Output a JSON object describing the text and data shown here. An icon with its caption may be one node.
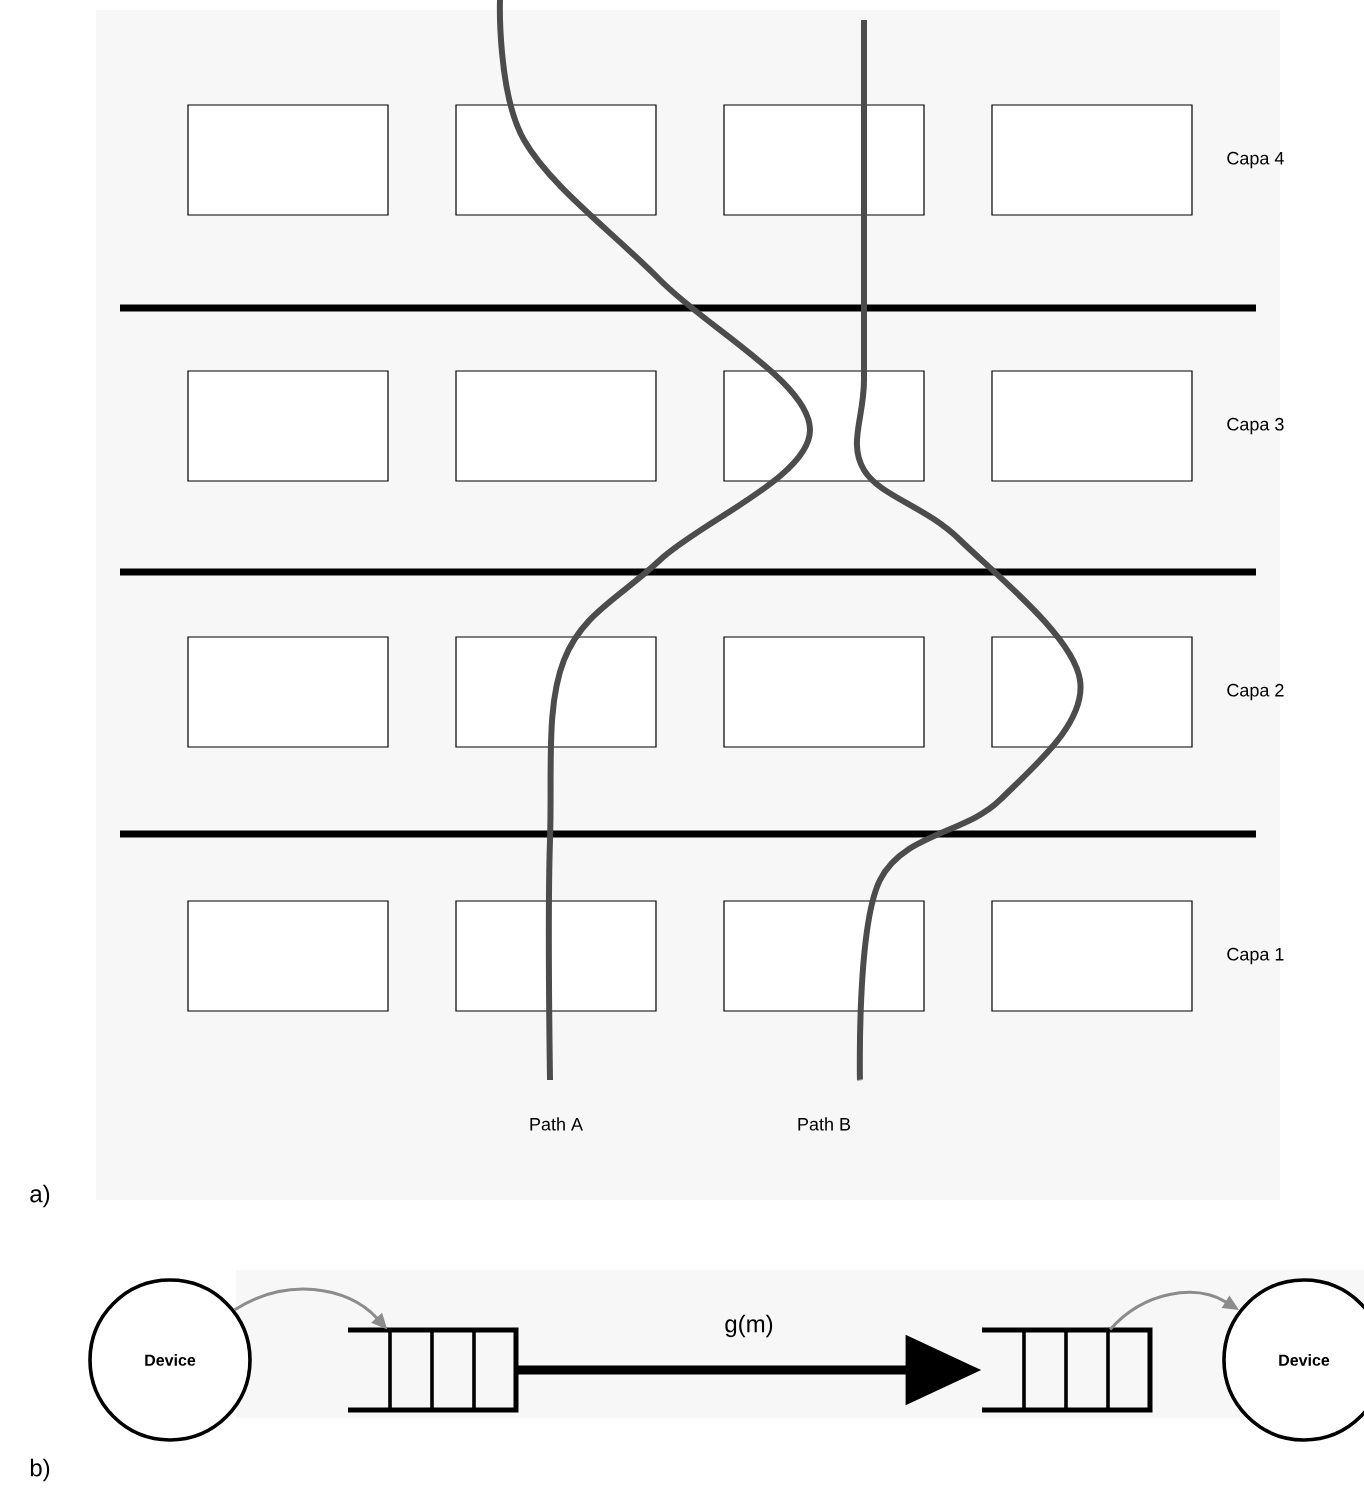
{
  "diagram": {
    "nodes": [
      {
        "text": [],
        "shape": "box"
      },
      {
        "text": [],
        "shape": "box"
      },
      {
        "text": [],
        "shape": "box"
      },
      {
        "text": [],
        "shape": "box"
      },
      {
        "text": [],
        "shape": "box"
      },
      {
        "text": [],
        "shape": "box"
      },
      {
        "text": [],
        "shape": "box"
      },
      {
        "text": [],
        "shape": "box"
      },
      {
        "text": [],
        "shape": "box"
      },
      {
        "text": [],
        "shape": "box"
      },
      {
        "text": [],
        "shape": "box"
      },
      {
        "text": [],
        "shape": "box"
      },
      {
        "text": [],
        "shape": "box"
      },
      {
        "text": [],
        "shape": "box"
      },
      {
        "text": [],
        "shape": "box"
      },
      {
        "text": [],
        "shape": "box"
      },
      {
        "text": [
          "Device"
        ]
      },
      {
        "text": [],
        "shape": "queue"
      },
      {
        "text": [],
        "shape": "queue"
      },
      {
        "text": [
          "Device"
        ]
      }
    ],
    "edges": [
      {
        "from": 16,
        "to": 17,
        "arrow": "to"
      },
      {
        "from": 17,
        "to": 18,
        "arrow": "to",
        "label": "g(m)",
        "style": "thick",
        "color": "#000000"
      },
      {
        "from": 18,
        "to": 19,
        "arrow": "to"
      }
    ],
    "labels": [
      "Capa 4",
      "Capa 3",
      "Capa 2",
      "Capa 1",
      "Path A",
      "Path B",
      "a)",
      "b)"
    ]
  }
}
